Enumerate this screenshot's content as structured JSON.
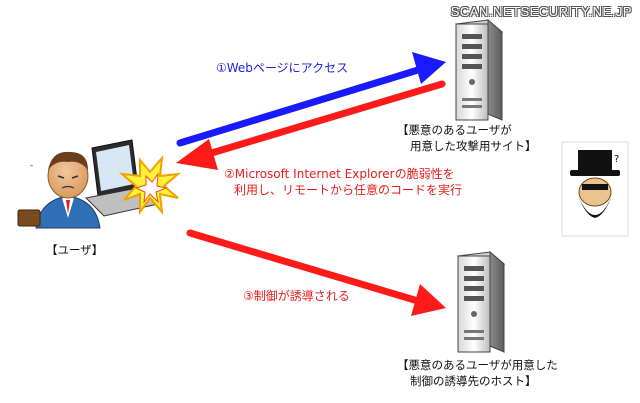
{
  "watermark": "SCAN.NETSECURITY.NE.JP",
  "steps": {
    "step1": "①Webページにアクセス",
    "step2_line1": "②Microsoft Internet Explorerの脆弱性を",
    "step2_line2": "利用し、リモートから任意のコードを実行",
    "step3": "③制御が誘導される"
  },
  "labels": {
    "attack_site_line1": "【悪意のあるユーザが",
    "attack_site_line2": "用意した攻撃用サイト】",
    "user": "【ユーザ】",
    "redirect_host_line1": "【悪意のあるユーザが用意した",
    "redirect_host_line2": "制御の誘導先のホスト】"
  },
  "colors": {
    "blue_arrow": "#1a1aff",
    "red_arrow": "#ff1a1a"
  }
}
